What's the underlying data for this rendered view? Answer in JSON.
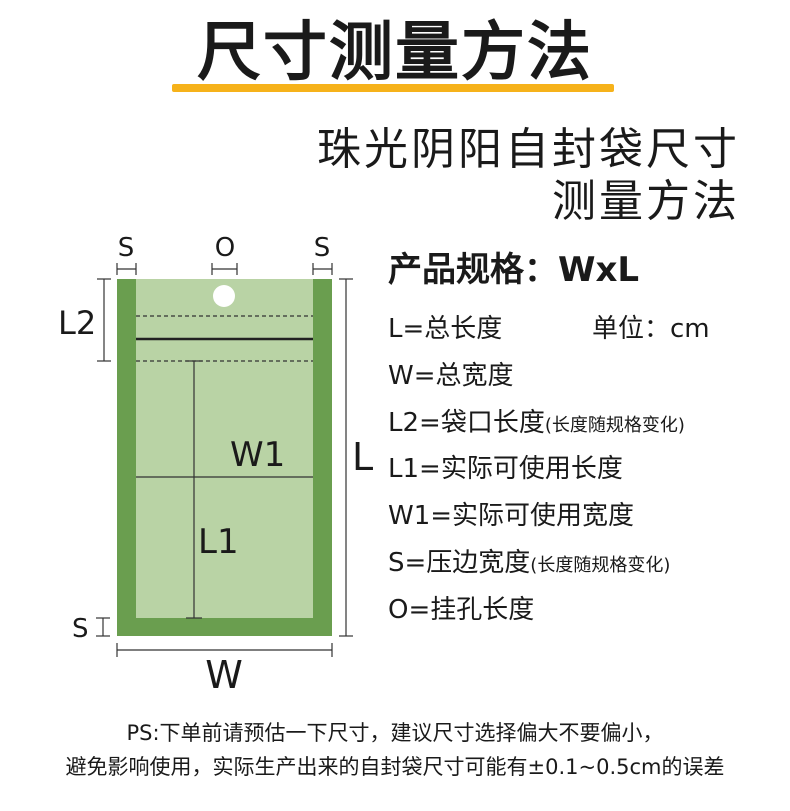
{
  "title": "尺寸测量方法",
  "subtitle": [
    "珠光阴阳自封袋尺寸",
    "测量方法"
  ],
  "spec_title": "产品规格：WxL",
  "unit": "单位：cm",
  "legend": [
    {
      "main": "L=总长度",
      "note": ""
    },
    {
      "main": "W=总宽度",
      "note": ""
    },
    {
      "main": "L2=袋口长度",
      "note": "(长度随规格变化)"
    },
    {
      "main": "L1=实际可使用长度",
      "note": ""
    },
    {
      "main": "W1=实际可使用宽度",
      "note": ""
    },
    {
      "main": "S=压边宽度",
      "note": "(长度随规格变化)"
    },
    {
      "main": "O=挂孔长度",
      "note": ""
    }
  ],
  "diagram_labels": {
    "s_top_left": "S",
    "o_top": "O",
    "s_top_right": "S",
    "l2": "L2",
    "w1": "W1",
    "l1": "L1",
    "l": "L",
    "s_bottom": "S",
    "w": "W"
  },
  "colors": {
    "border_green": "#6a9e4f",
    "inner_green": "#b9d3a5",
    "underline_orange": "#f6b21a"
  },
  "note": [
    "PS:下单前请预估一下尺寸，建议尺寸选择偏大不要偏小，",
    "避免影响使用，实际生产出来的自封袋尺寸可能有±0.1~0.5cm的误差"
  ]
}
